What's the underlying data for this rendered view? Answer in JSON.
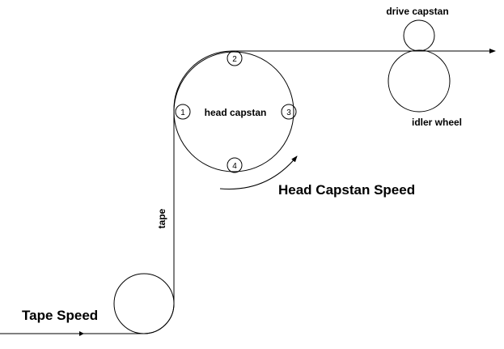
{
  "diagram": {
    "title": "Tape transport mechanism",
    "labels": {
      "drive_capstan": "drive capstan",
      "idler_wheel": "idler wheel",
      "head_capstan": "head capstan",
      "head_capstan_speed": "Head Capstan Speed",
      "tape": "tape",
      "tape_speed": "Tape Speed"
    },
    "head_positions": [
      "1",
      "2",
      "3",
      "4"
    ],
    "colors": {
      "line": "#000000",
      "background": "#ffffff"
    }
  }
}
